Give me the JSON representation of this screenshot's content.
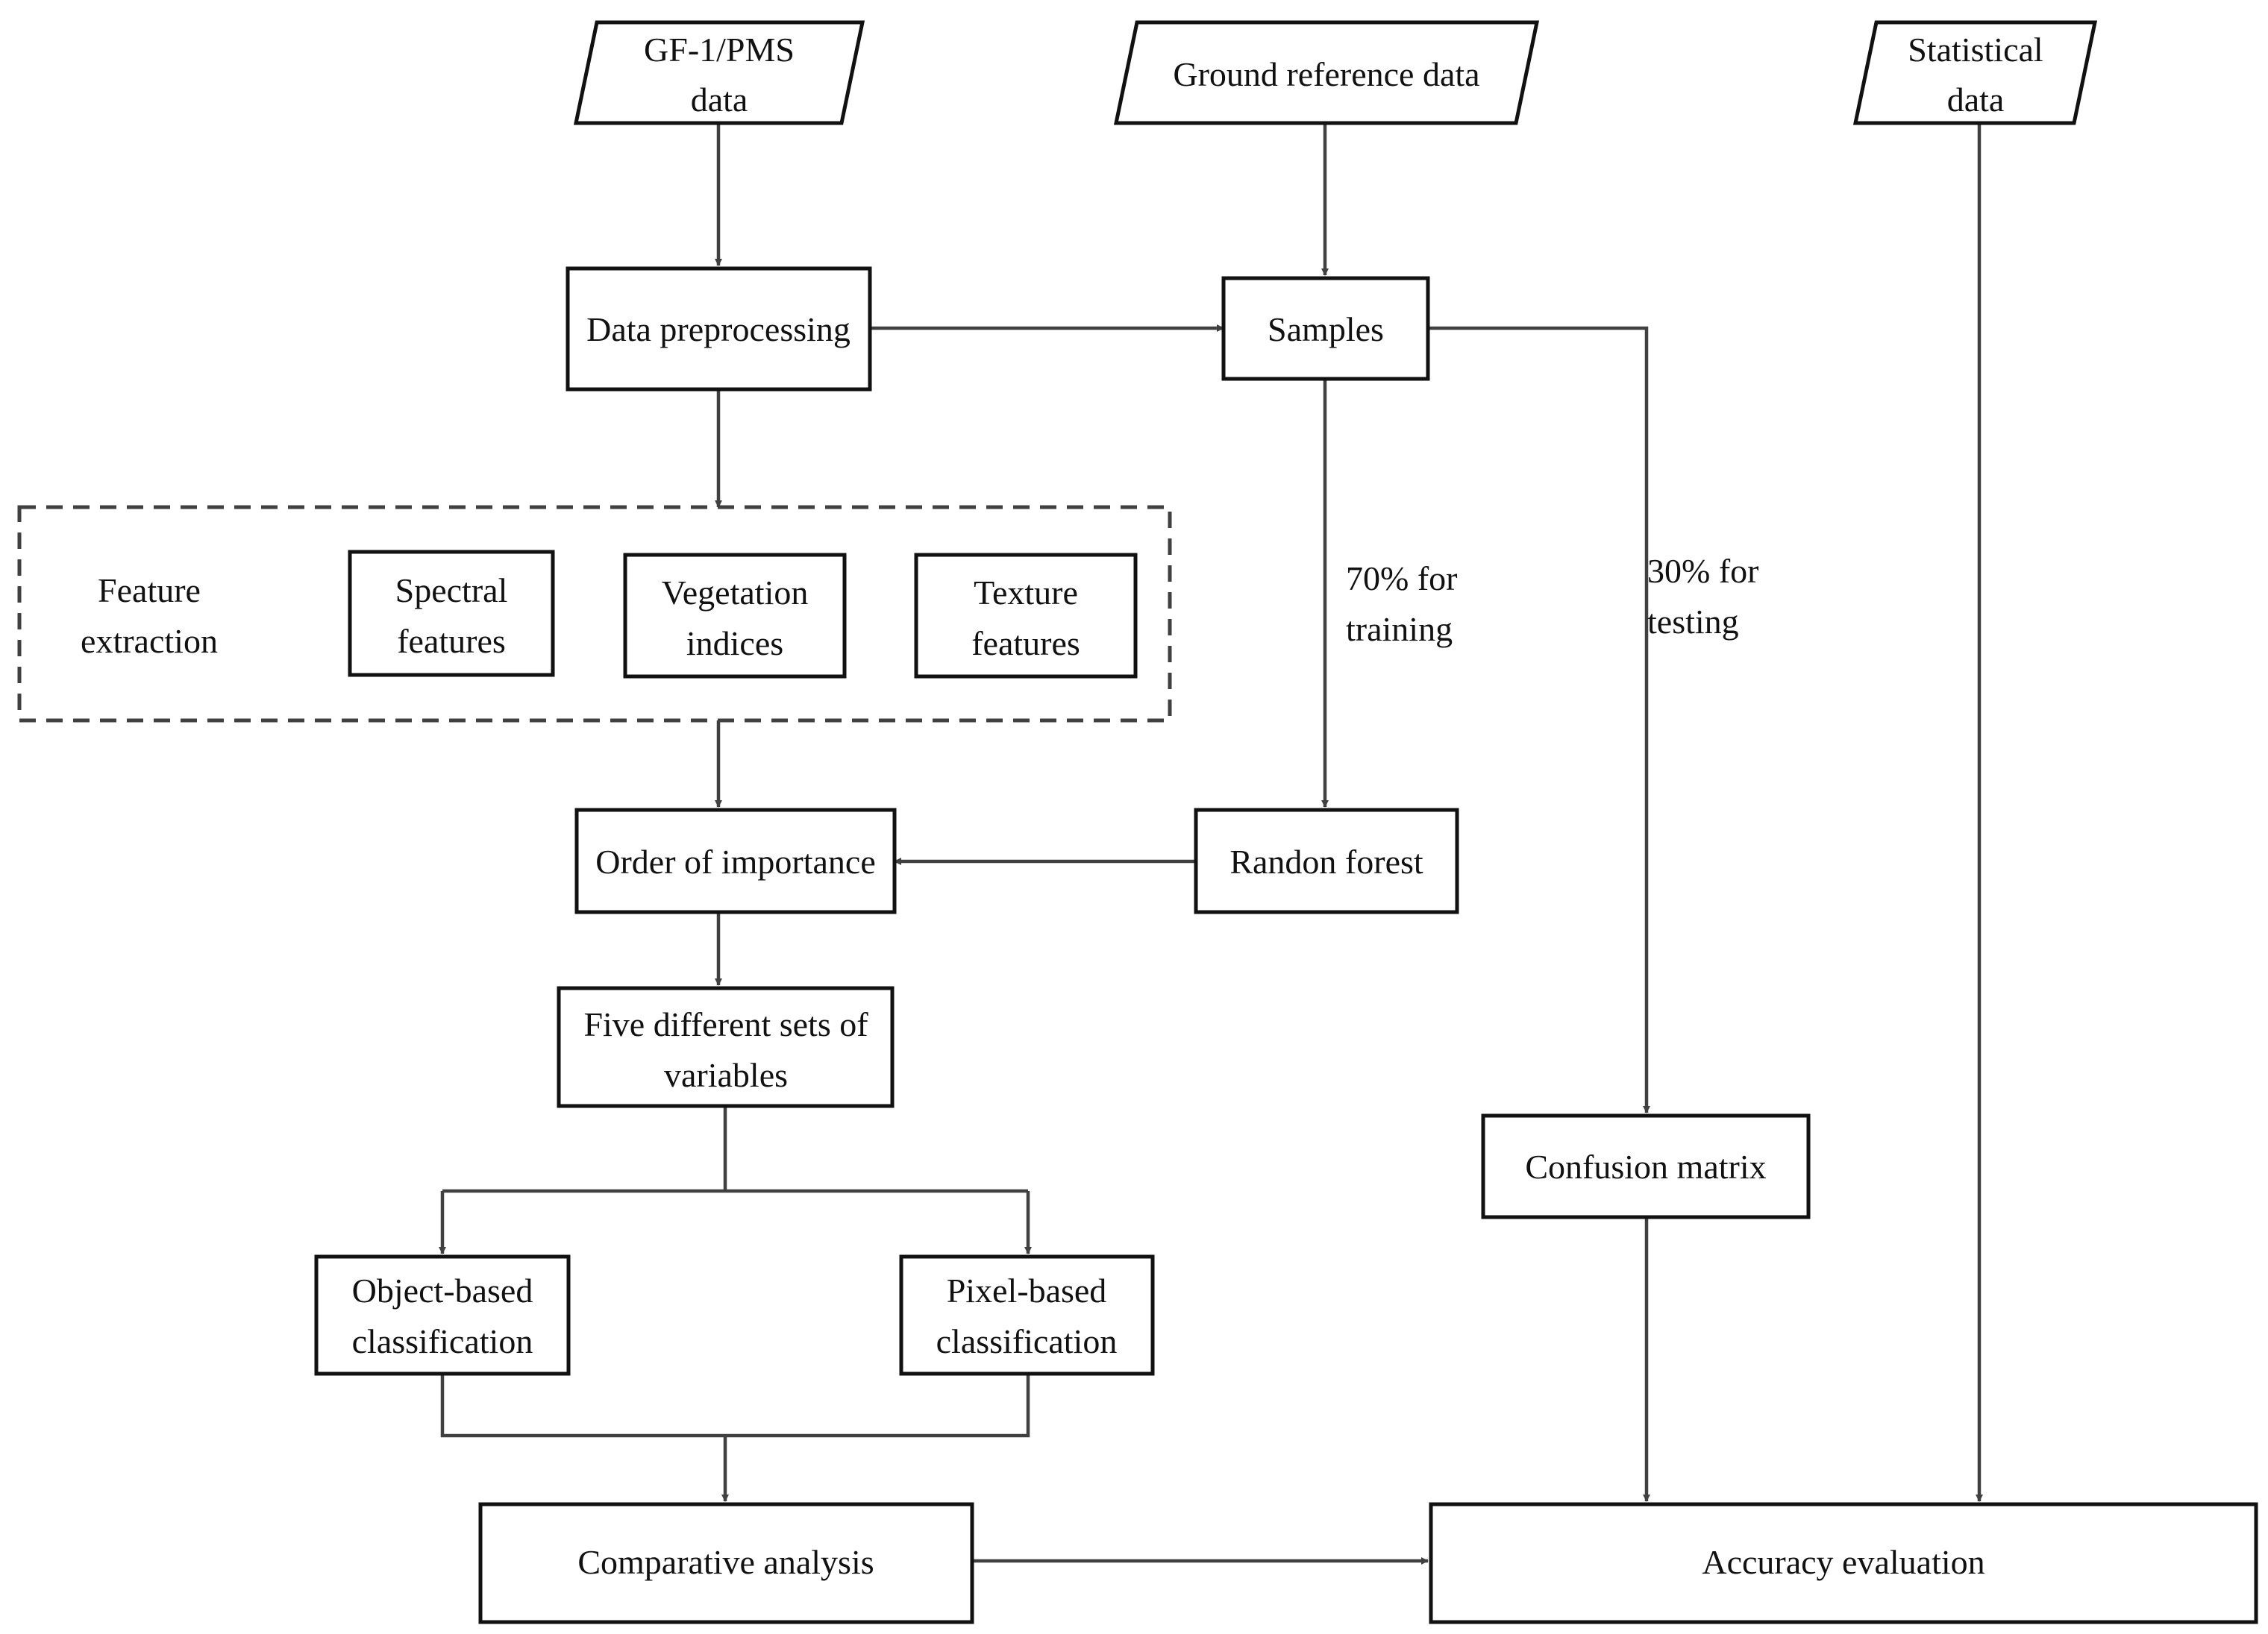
{
  "nodes": {
    "gf1_data": [
      "GF-1/PMS",
      "data"
    ],
    "ground_reference": [
      "Ground reference data"
    ],
    "statistical_data": [
      "Statistical",
      "data"
    ],
    "data_preprocessing": [
      "Data preprocessing"
    ],
    "samples": [
      "Samples"
    ],
    "feature_extraction": [
      "Feature",
      "extraction"
    ],
    "spectral_features": [
      "Spectral",
      "features"
    ],
    "vegetation_indices": [
      "Vegetation",
      "indices"
    ],
    "texture_features": [
      "Texture",
      "features"
    ],
    "order_of_importance": [
      "Order of importance"
    ],
    "random_forest": [
      "Randon forest"
    ],
    "five_sets": [
      "Five different sets of",
      "variables"
    ],
    "confusion_matrix": [
      "Confusion matrix"
    ],
    "object_based": [
      "Object-based",
      "classification"
    ],
    "pixel_based": [
      "Pixel-based",
      "classification"
    ],
    "comparative_analysis": [
      "Comparative analysis"
    ],
    "accuracy_evaluation": [
      "Accuracy evaluation"
    ]
  },
  "edge_labels": {
    "training": [
      "70% for",
      "training"
    ],
    "testing": [
      "30% for",
      "testing"
    ]
  }
}
